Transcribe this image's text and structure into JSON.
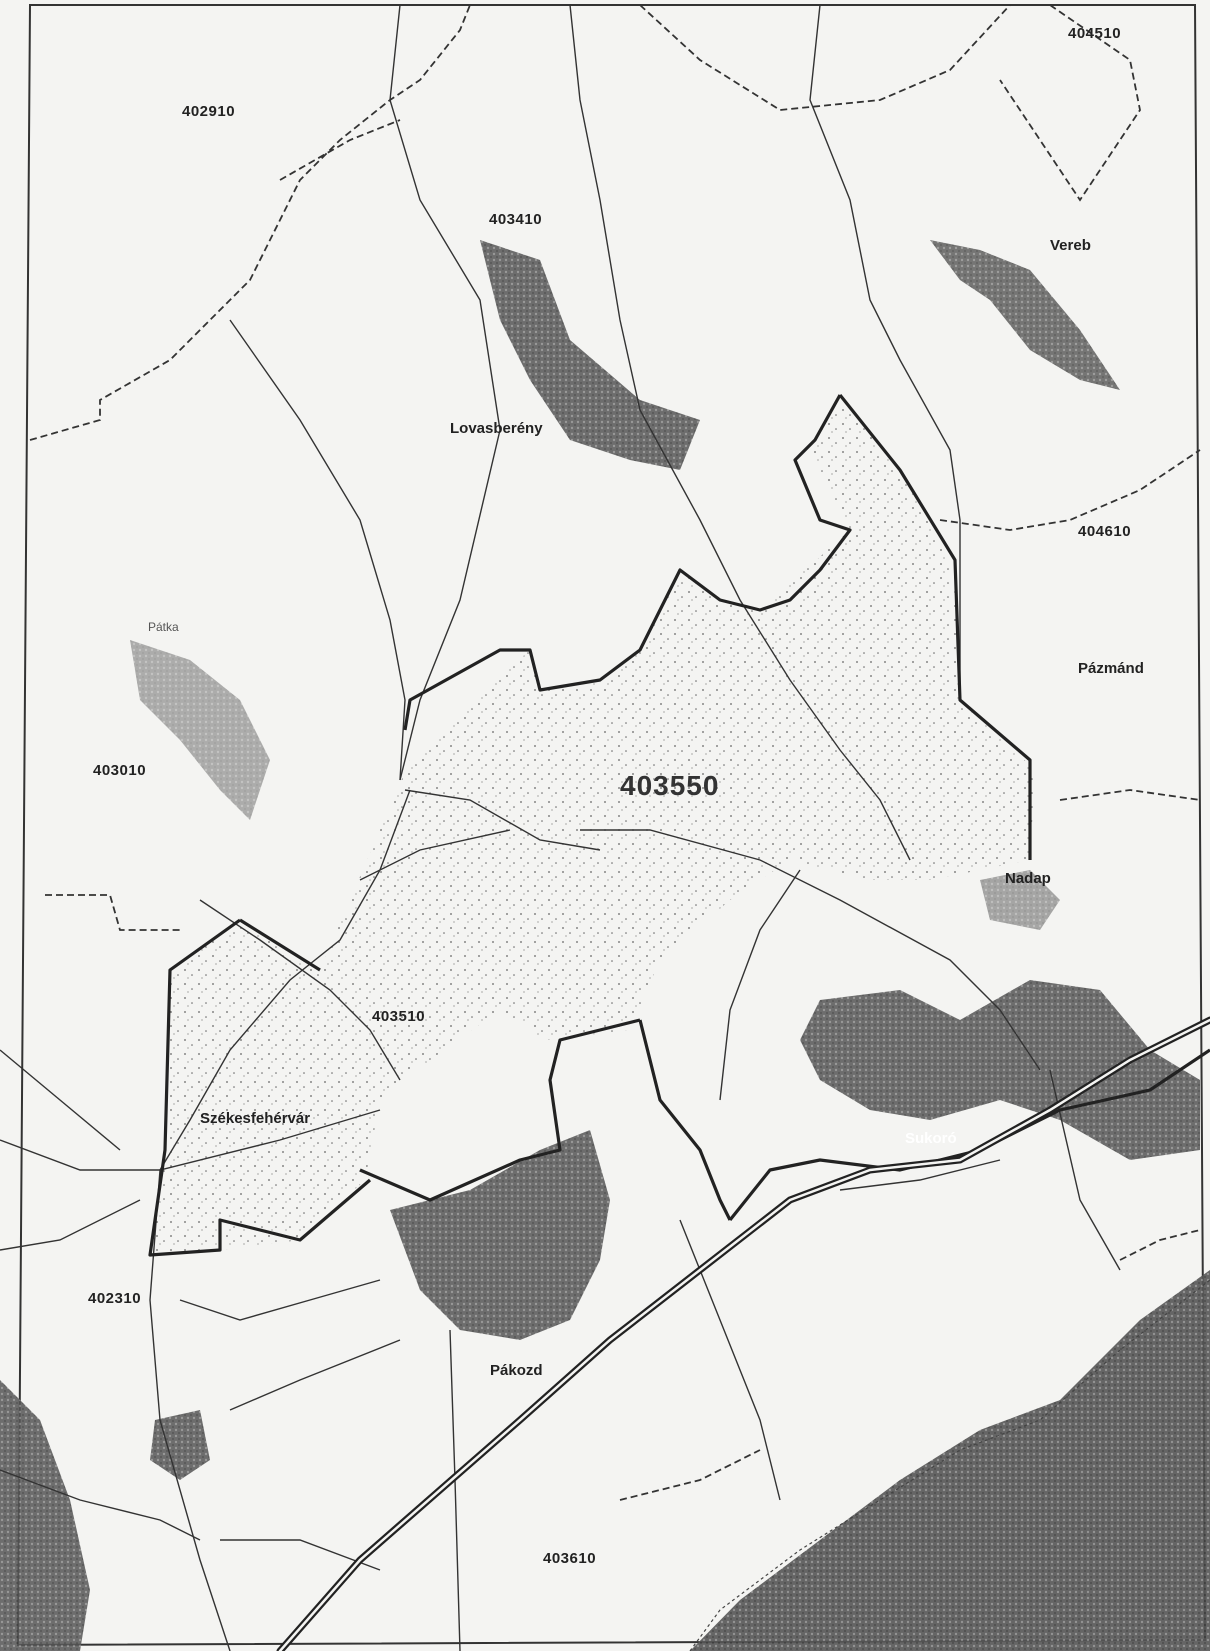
{
  "zone_codes": {
    "c402910": "402910",
    "c403410": "403410",
    "c404510": "404510",
    "c404610": "404610",
    "c403010": "403010",
    "c403550": "403550",
    "c403510": "403510",
    "c402310": "402310",
    "c403610": "403610"
  },
  "places": {
    "vereb": "Vereb",
    "lovasbereny": "Lovasberény",
    "pazmand": "Pázmánd",
    "patka": "Pátka",
    "nadap": "Nadap",
    "szekesfehervar": "Székesfehérvár",
    "sukoro": "Sukoró",
    "pakozd": "Pákozd"
  },
  "colors": {
    "paper": "#f4f4f2",
    "ink": "#222222",
    "forest": "#3a3a3a",
    "stipple": "#555555"
  }
}
